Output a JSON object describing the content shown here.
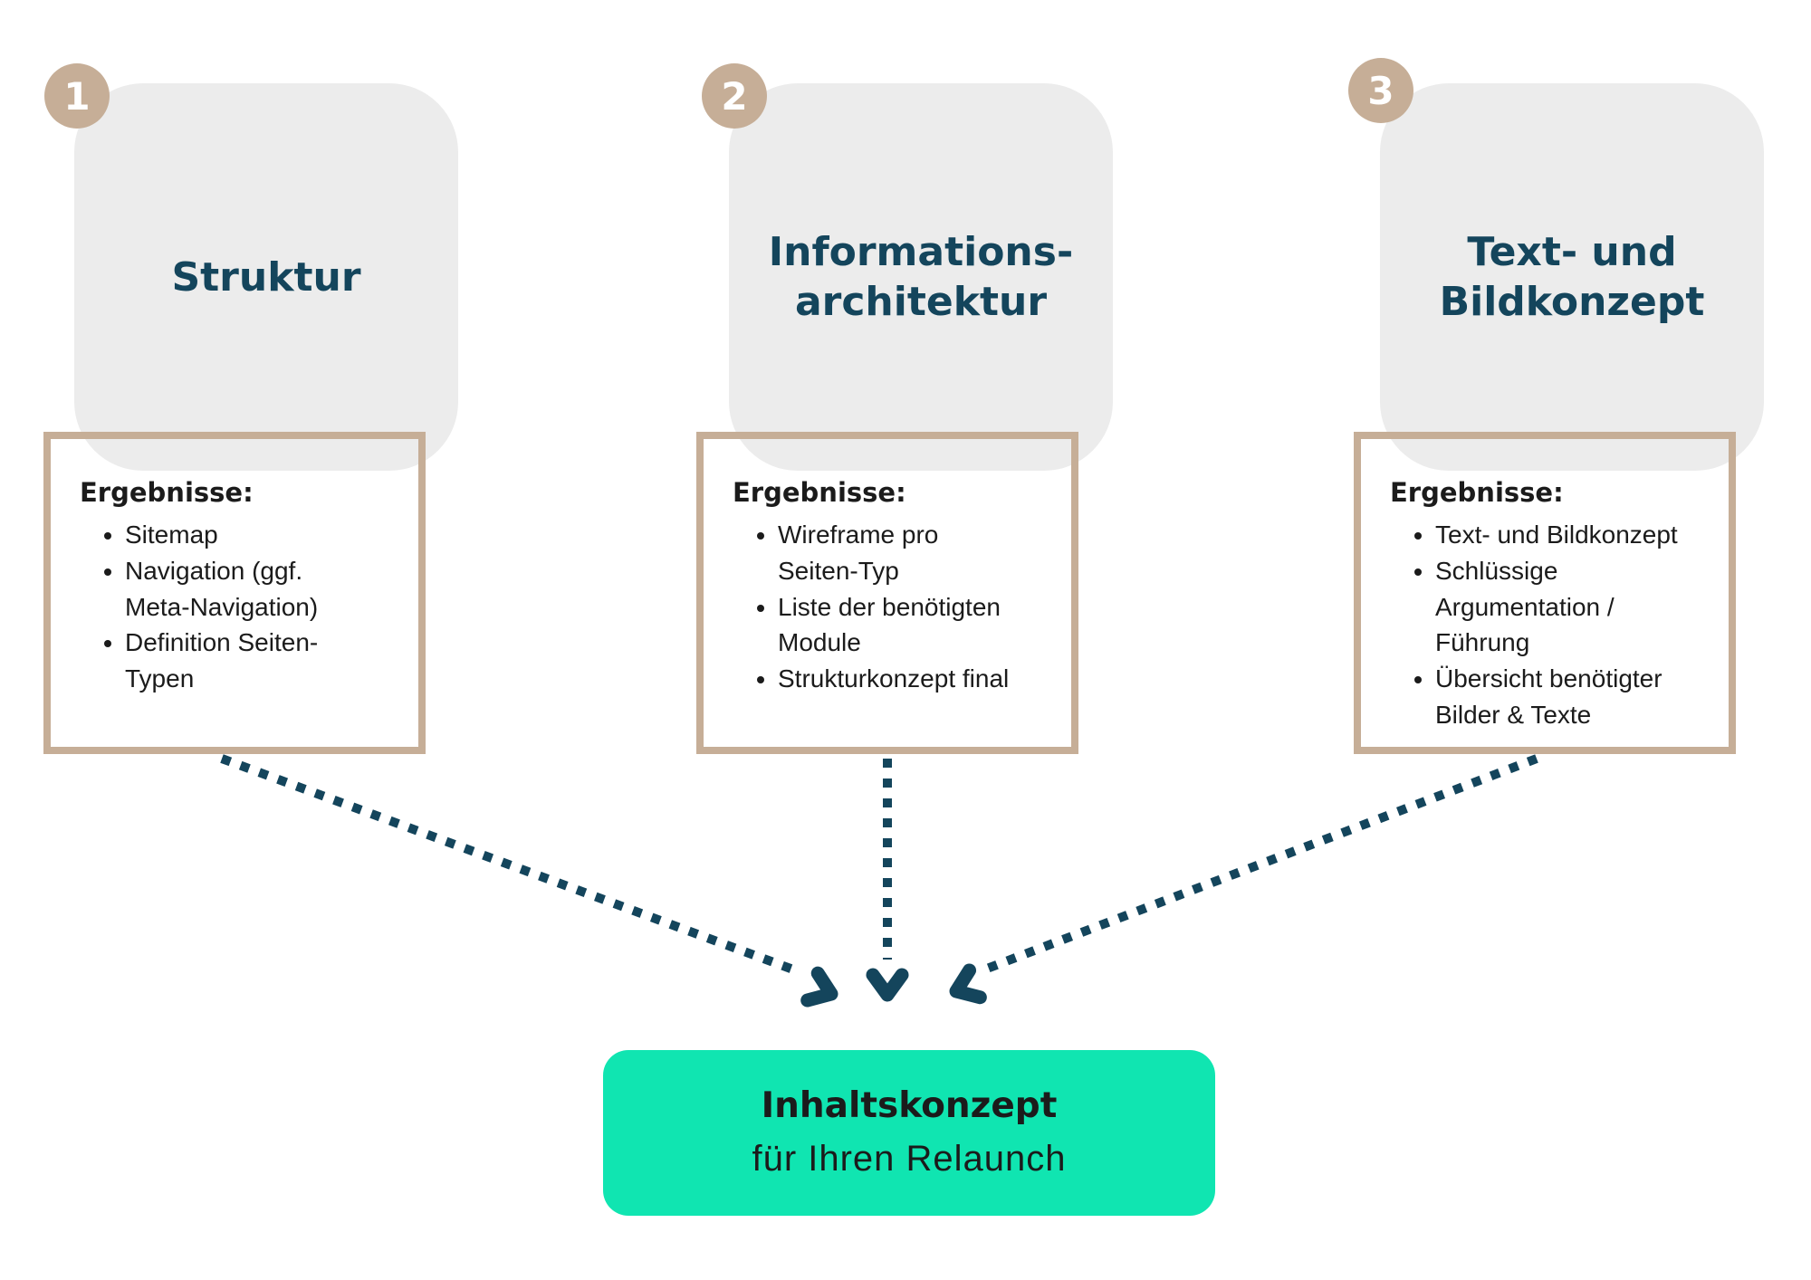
{
  "colors": {
    "navy": "#14455C",
    "tan": "#C6AE97",
    "panel": "#ECECEC",
    "green": "#10E5B1",
    "ink": "#1B1B1B",
    "numeral": "#FFFFFF",
    "bg": "#FFFFFF"
  },
  "steps": [
    {
      "number": "1",
      "title": "Struktur",
      "results_label": "Ergebnisse:",
      "items": [
        "Sitemap",
        "Navigation (ggf.\nMeta-Navigation)",
        "Definition Seiten-\nTypen"
      ]
    },
    {
      "number": "2",
      "title": "Informations-\narchitektur",
      "results_label": "Ergebnisse:",
      "items": [
        "Wireframe pro\nSeiten-Typ",
        "Liste der benötigten\nModule",
        "Strukturkonzept final"
      ]
    },
    {
      "number": "3",
      "title": "Text- und\nBildkonzept",
      "results_label": "Ergebnisse:",
      "items": [
        "Text- und Bildkonzept",
        "Schlüssige\nArgumentation /\nFührung",
        "Übersicht benötigter\nBilder & Texte"
      ]
    }
  ],
  "result_box": {
    "heading": "Inhaltskonzept",
    "subheading": "für Ihren Relaunch"
  }
}
